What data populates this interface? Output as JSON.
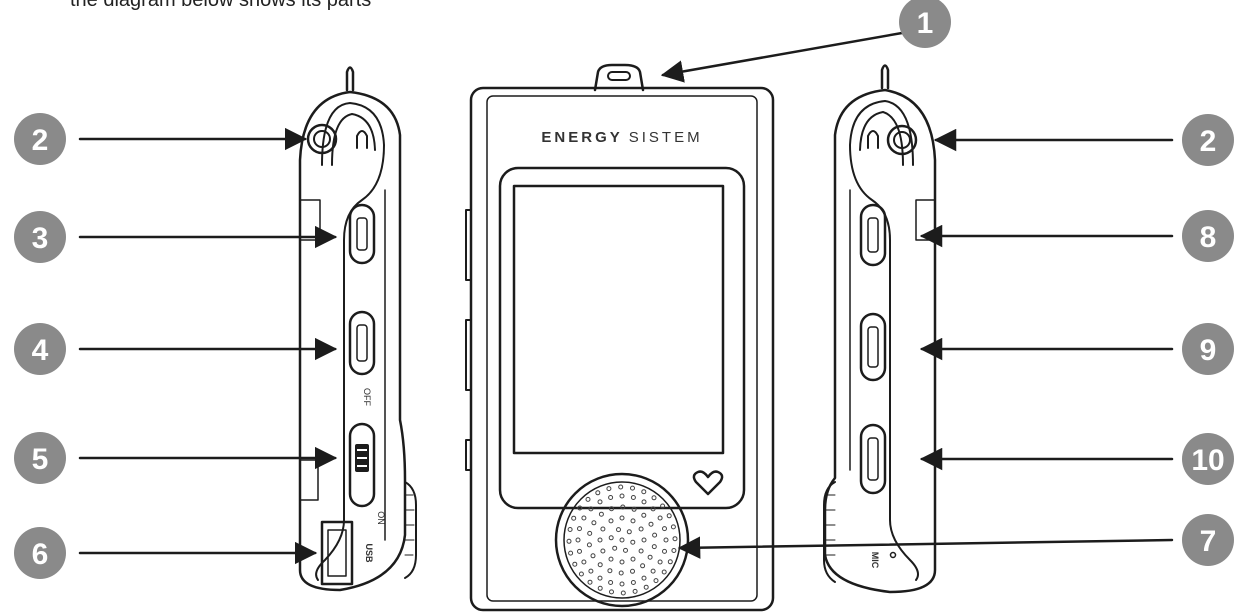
{
  "caption_fragment": "the diagram below shows its parts",
  "device": {
    "brand_bold": "ENERGY",
    "brand_light": "SISTEM",
    "usb_label": "USB",
    "slider_off": "OFF",
    "slider_on": "ON",
    "mic_label": "MIC"
  },
  "callouts": [
    {
      "id": "callout-1",
      "label": "1"
    },
    {
      "id": "callout-2-left",
      "label": "2"
    },
    {
      "id": "callout-3",
      "label": "3"
    },
    {
      "id": "callout-4",
      "label": "4"
    },
    {
      "id": "callout-5",
      "label": "5"
    },
    {
      "id": "callout-6",
      "label": "6"
    },
    {
      "id": "callout-7",
      "label": "7"
    },
    {
      "id": "callout-2-right",
      "label": "2"
    },
    {
      "id": "callout-8",
      "label": "8"
    },
    {
      "id": "callout-9",
      "label": "9"
    },
    {
      "id": "callout-10",
      "label": "10"
    }
  ],
  "colors": {
    "badge": "#8a8a8a",
    "ink": "#1c1c1c",
    "background": "#ffffff"
  }
}
